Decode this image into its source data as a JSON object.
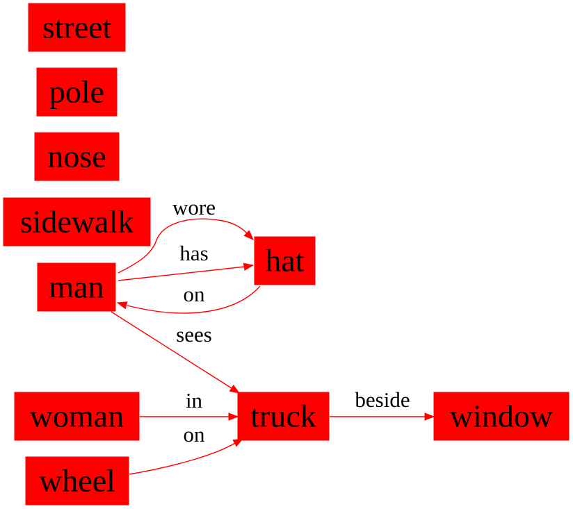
{
  "colors": {
    "node_fill": "#ff0000",
    "edge": "#ff0000",
    "text": "#000000",
    "background": "#ffffff"
  },
  "nodes": [
    {
      "id": "street",
      "label": "street"
    },
    {
      "id": "pole",
      "label": "pole"
    },
    {
      "id": "nose",
      "label": "nose"
    },
    {
      "id": "sidewalk",
      "label": "sidewalk"
    },
    {
      "id": "man",
      "label": "man"
    },
    {
      "id": "hat",
      "label": "hat"
    },
    {
      "id": "woman",
      "label": "woman"
    },
    {
      "id": "truck",
      "label": "truck"
    },
    {
      "id": "window",
      "label": "window"
    },
    {
      "id": "wheel",
      "label": "wheel"
    }
  ],
  "edges": [
    {
      "id": "man-wore-hat",
      "from": "man",
      "to": "hat",
      "label": "wore"
    },
    {
      "id": "man-has-hat",
      "from": "man",
      "to": "hat",
      "label": "has"
    },
    {
      "id": "hat-on-man",
      "from": "hat",
      "to": "man",
      "label": "on"
    },
    {
      "id": "man-sees-truck",
      "from": "man",
      "to": "truck",
      "label": "sees"
    },
    {
      "id": "woman-in-truck",
      "from": "woman",
      "to": "truck",
      "label": "in"
    },
    {
      "id": "wheel-on-truck",
      "from": "wheel",
      "to": "truck",
      "label": "on"
    },
    {
      "id": "truck-beside-window",
      "from": "truck",
      "to": "window",
      "label": "beside"
    }
  ]
}
